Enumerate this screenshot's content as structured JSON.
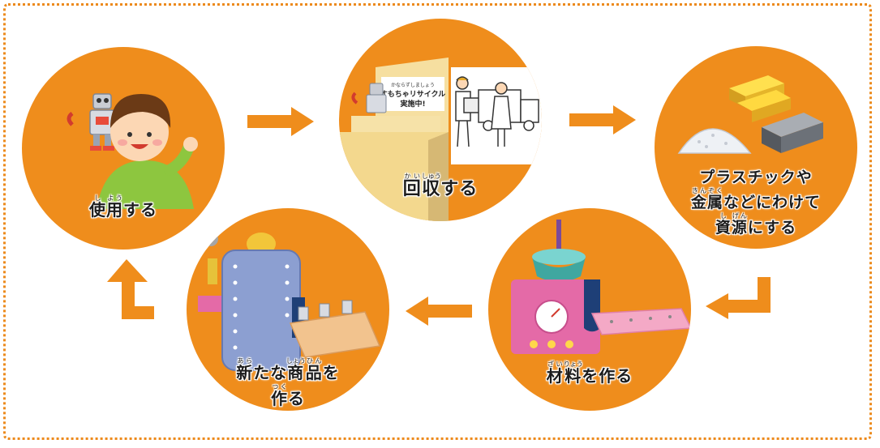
{
  "steps": {
    "use": {
      "l1": "使",
      "l1_ruby": "し",
      "l2": "用",
      "l2_ruby": "よう",
      "rest": "する"
    },
    "collect": {
      "l1": "回",
      "l1_ruby": "かい",
      "l2": "収",
      "l2_ruby": "しゅう",
      "rest": "する",
      "poster_line1": "かならずしましょう",
      "poster_line2": "すもちゃリサイクル",
      "poster_line3": "実施中!"
    },
    "sort": {
      "line1": "プラスチックや",
      "line2_a": "金",
      "line2_a_ruby": "きん",
      "line2_b": "属",
      "line2_b_ruby": "ぞく",
      "line2_rest": "などにわけて",
      "line3_a": "資",
      "line3_a_ruby": "し",
      "line3_b": "源",
      "line3_b_ruby": "げん",
      "line3_rest": "にする"
    },
    "material": {
      "a": "材",
      "a_ruby": "ざい",
      "b": "料",
      "b_ruby": "りょう",
      "rest": "を作る"
    },
    "product": {
      "l1_a": "新",
      "l1_a_ruby": "あら",
      "l1_mid": "たな",
      "l1_b": "商",
      "l1_b_ruby": "しょう",
      "l1_c": "品",
      "l1_c_ruby": "ひん",
      "l1_rest": "を",
      "l2_a": "作",
      "l2_a_ruby": "つく",
      "l2_rest": "る"
    }
  },
  "colors": {
    "circle": "#ef8d1c",
    "arrow": "#ef8d1c",
    "frame": "#ec8a1c"
  },
  "icons": [
    "robot-toy",
    "child",
    "recycle-box",
    "delivery-worker",
    "truck",
    "gold-bars",
    "plastic-pellets",
    "metal-bars",
    "mixing-machine",
    "factory-machine"
  ]
}
